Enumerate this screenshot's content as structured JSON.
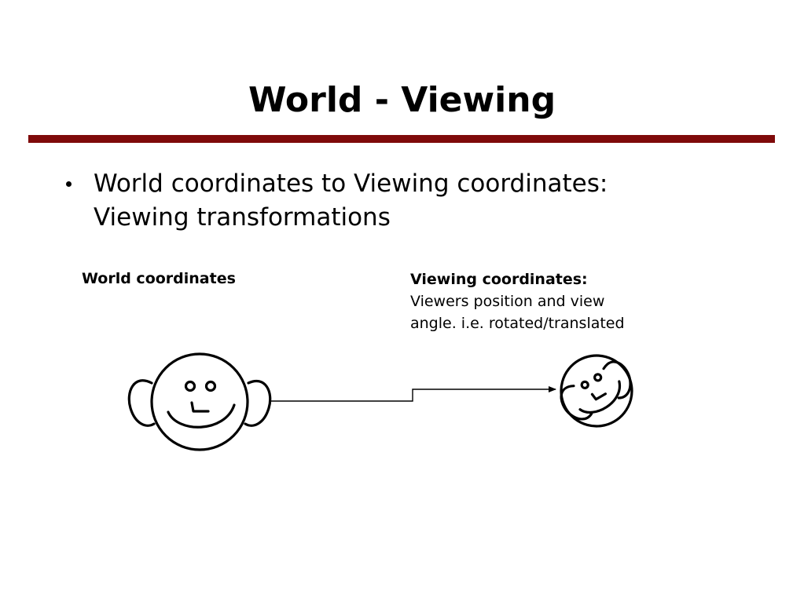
{
  "slide": {
    "title": "World - Viewing",
    "accent_color": "#7f0a0a",
    "bullets": [
      {
        "lines": [
          "World coordinates to Viewing coordinates:",
          "Viewing transformations"
        ]
      }
    ]
  },
  "diagram": {
    "world_label": "World coordinates",
    "viewing_heading": "Viewing coordinates:",
    "viewing_description_lines": [
      "Viewers position and view",
      "angle. i.e. rotated/translated"
    ],
    "left_face_icon": "smiley-face-icon",
    "right_face_icon": "rotated-smiley-face-icon",
    "connector_icon": "arrow-connector-icon"
  }
}
